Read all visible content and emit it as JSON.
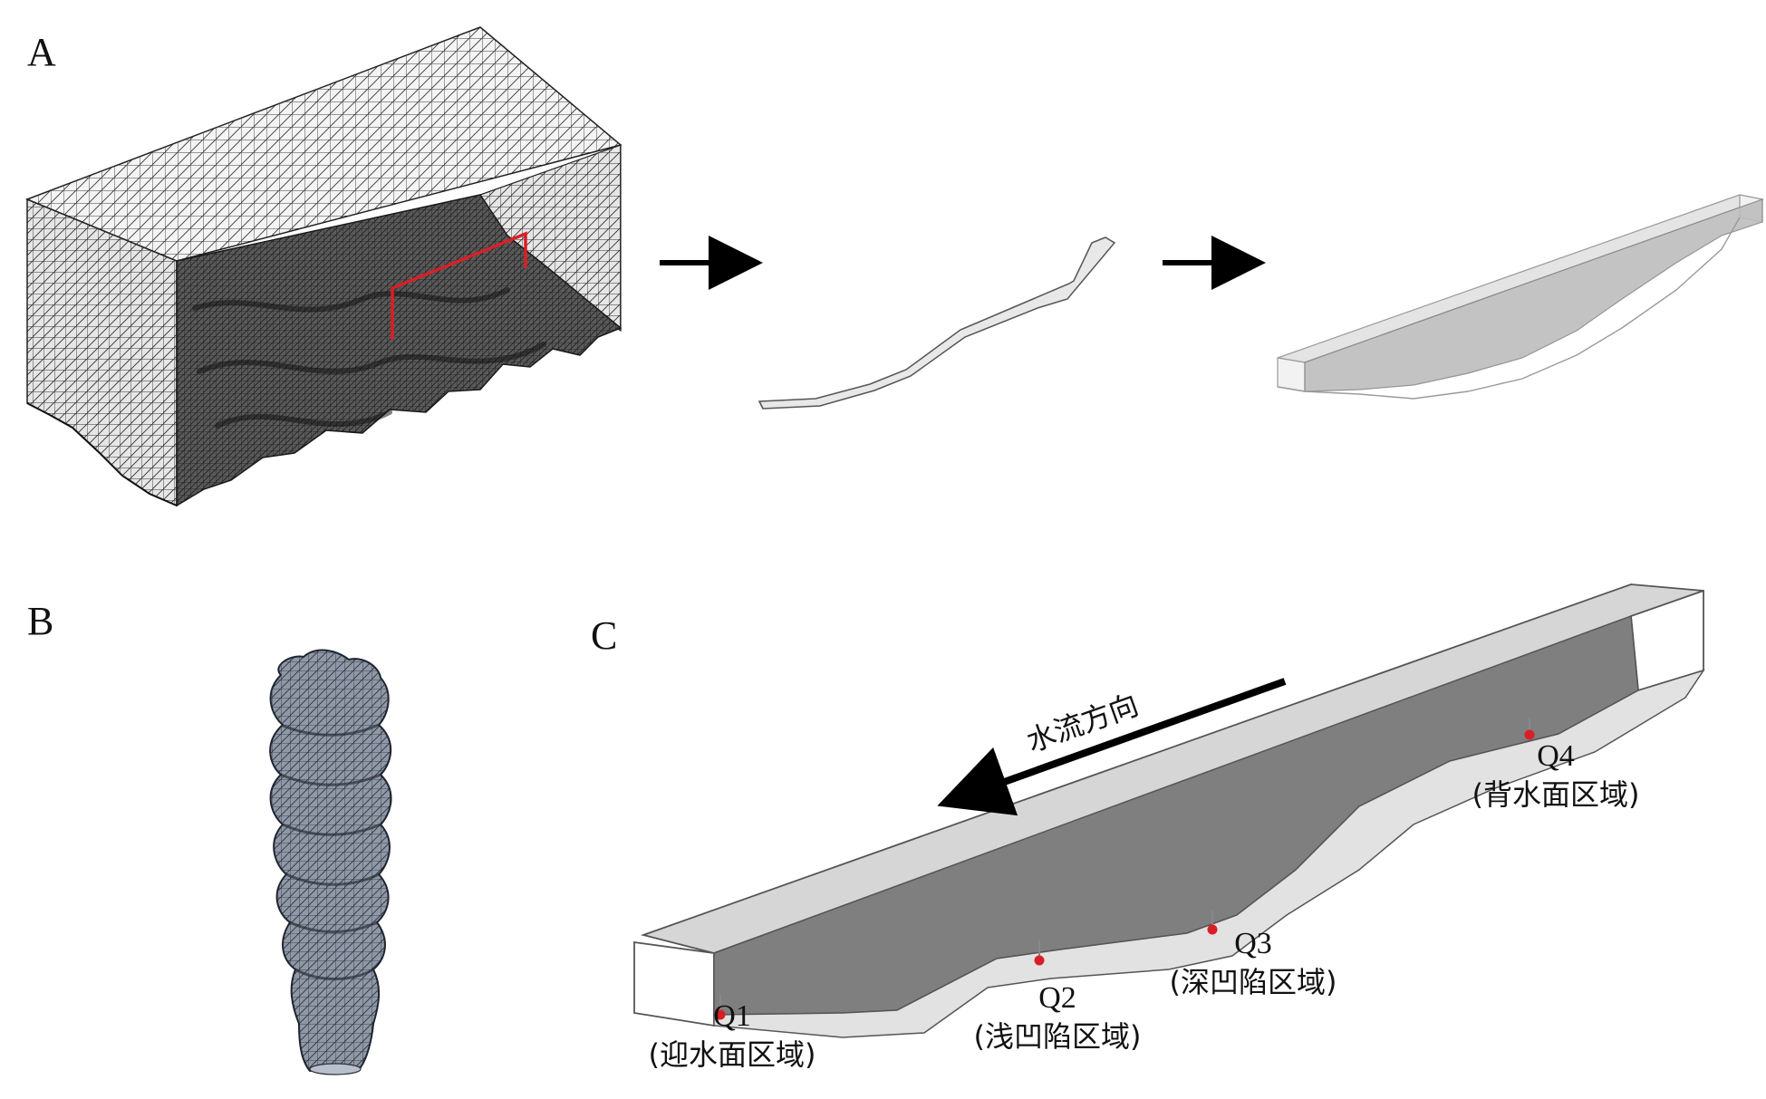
{
  "panels": {
    "a": "A",
    "b": "B",
    "c": "C"
  },
  "flow_direction": "水流方向",
  "points": [
    {
      "id": "Q1",
      "region": "(迎水面区域)"
    },
    {
      "id": "Q2",
      "region": "(浅凹陷区域)"
    },
    {
      "id": "Q3",
      "region": "(深凹陷区域)"
    },
    {
      "id": "Q4",
      "region": "(背水面区域)"
    }
  ],
  "colors": {
    "highlight": "#d91f26",
    "mesh": "#2b2b2b",
    "channel_floor": "#7f7f7f",
    "channel_wall": "#d6d6d6"
  }
}
